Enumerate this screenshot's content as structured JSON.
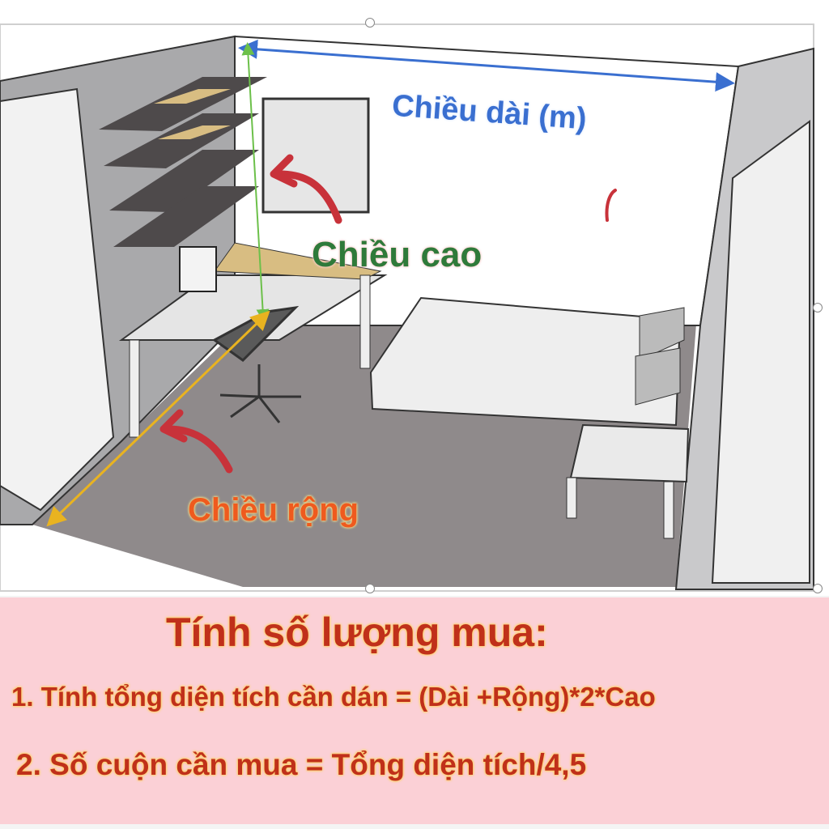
{
  "diagram": {
    "labels": {
      "length": "Chiều dài (m)",
      "height": "Chiều cao",
      "width": "Chiều rộng"
    },
    "colors": {
      "length_arrow": "#3a6fd0",
      "height_arrow": "#6cc04a",
      "width_arrow": "#e9b320",
      "pointer_arrow": "#c8323a",
      "panel_bg": "#fbd0d6",
      "panel_text": "#c0301a"
    }
  },
  "instructions": {
    "title": "Tính số lượng mua:",
    "steps": [
      "1. Tính tổng diện tích cần dán = (Dài +Rộng)*2*Cao",
      "2. Số cuộn cần mua = Tổng diện tích/4,5"
    ]
  }
}
